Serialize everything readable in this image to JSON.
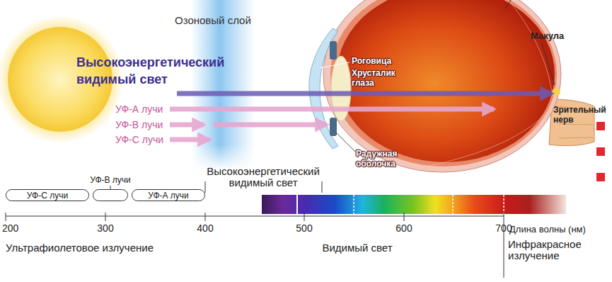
{
  "diagram": {
    "nodes": [
      {
        "text": [
          "УФ-С лучи"
        ]
      },
      {
        "text": [
          "УФ-В лучи"
        ]
      },
      {
        "text": [
          "УФ-А лучи"
        ]
      }
    ],
    "labels": [
      "Озоновый слой",
      "Высокоэнергетический видимый свет",
      "УФ-А лучи",
      "УФ-В лучи",
      "УФ-С лучи",
      "Роговица",
      "Хрусталик глаза",
      "Радужная оболочка",
      "Макула",
      "Зрительный нерв",
      "Высокоэнергетический видимый свет",
      "200",
      "300",
      "400",
      "500",
      "600",
      "700",
      "Длина волны (нм)",
      "Ультрафиолетовое излучение",
      "Видимый свет",
      "Инфракрасное излучение"
    ]
  }
}
